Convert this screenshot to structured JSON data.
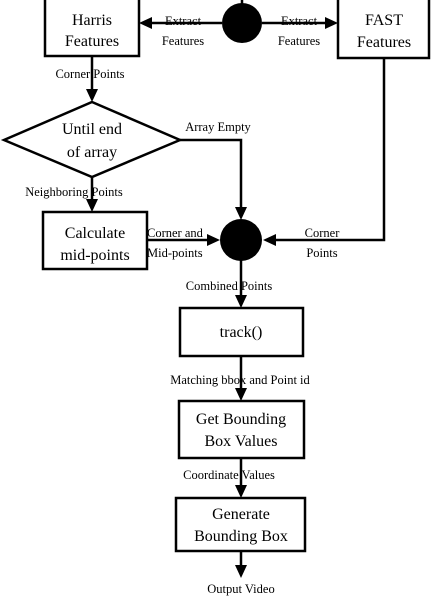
{
  "nodes": {
    "harris": [
      "Harris",
      "Features"
    ],
    "fast": [
      "FAST",
      "Features"
    ],
    "loop": [
      "Until end",
      "of  array"
    ],
    "mid": [
      "Calculate",
      "mid-points"
    ],
    "track": "track()",
    "bbox": [
      "Get Bounding",
      "Box Values"
    ],
    "gen": [
      "Generate",
      "Bounding Box"
    ]
  },
  "edges": {
    "extract_left": [
      "Extract",
      "Features"
    ],
    "extract_right": [
      "Extract",
      "Features"
    ],
    "corner_points": "Corner  Points",
    "array_empty": "Array Empty",
    "neighboring": "Neighboring  Points",
    "corner_mid": [
      "Corner and",
      "Mid-points"
    ],
    "corner_points_right": [
      "Corner",
      "Points"
    ],
    "combined": "Combined  Points",
    "matching": "Matching bbox  and Point id",
    "coordinate": "Coordinate  Values",
    "output": "Output Video"
  },
  "colors": {
    "stroke": "#000000",
    "background": "#ffffff"
  }
}
